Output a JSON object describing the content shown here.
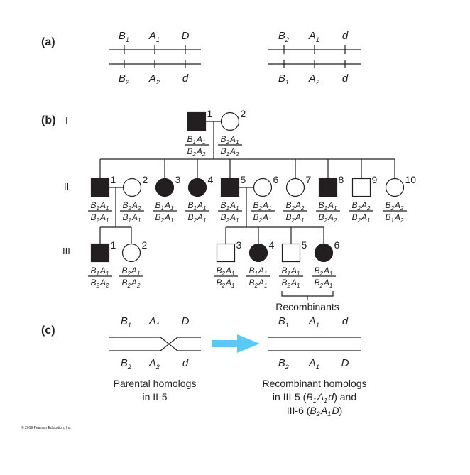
{
  "panel_labels": {
    "a": "(a)",
    "b": "(b)",
    "c": "(c)"
  },
  "generations": [
    "I",
    "II",
    "III"
  ],
  "panel_a": {
    "left": {
      "top": [
        [
          "B",
          "1"
        ],
        [
          "A",
          "1"
        ],
        [
          "D",
          ""
        ]
      ],
      "bottom": [
        [
          "B",
          "2"
        ],
        [
          "A",
          "2"
        ],
        [
          "d",
          ""
        ]
      ]
    },
    "right": {
      "top": [
        [
          "B",
          "2"
        ],
        [
          "A",
          "1"
        ],
        [
          "d",
          ""
        ]
      ],
      "bottom": [
        [
          "B",
          "1"
        ],
        [
          "A",
          "2"
        ],
        [
          "d",
          ""
        ]
      ]
    }
  },
  "individuals": [
    {
      "id": "I-1",
      "gen": "I",
      "number": "1",
      "sex": "male",
      "affected": true,
      "genotype": {
        "top": [
          [
            "B",
            "1"
          ],
          [
            "A",
            "1"
          ]
        ],
        "bottom": [
          [
            "B",
            "2"
          ],
          [
            "A",
            "2"
          ]
        ]
      }
    },
    {
      "id": "I-2",
      "gen": "I",
      "number": "2",
      "sex": "female",
      "affected": false,
      "genotype": {
        "top": [
          [
            "B",
            "2"
          ],
          [
            "A",
            "1"
          ]
        ],
        "bottom": [
          [
            "B",
            "1"
          ],
          [
            "A",
            "2"
          ]
        ]
      }
    },
    {
      "id": "II-1",
      "gen": "II",
      "number": "1",
      "sex": "male",
      "affected": true,
      "genotype": {
        "top": [
          [
            "B",
            "1"
          ],
          [
            "A",
            "1"
          ]
        ],
        "bottom": [
          [
            "B",
            "2"
          ],
          [
            "A",
            "1"
          ]
        ]
      }
    },
    {
      "id": "II-2",
      "gen": "II",
      "number": "2",
      "sex": "female",
      "affected": false,
      "genotype": {
        "top": [
          [
            "B",
            "2"
          ],
          [
            "A",
            "2"
          ]
        ],
        "bottom": [
          [
            "B",
            "1"
          ],
          [
            "A",
            "1"
          ]
        ]
      }
    },
    {
      "id": "II-3",
      "gen": "II",
      "number": "3",
      "sex": "female",
      "affected": true,
      "genotype": {
        "top": [
          [
            "B",
            "1"
          ],
          [
            "A",
            "1"
          ]
        ],
        "bottom": [
          [
            "B",
            "2"
          ],
          [
            "A",
            "1"
          ]
        ]
      }
    },
    {
      "id": "II-4",
      "gen": "II",
      "number": "4",
      "sex": "female",
      "affected": true,
      "genotype": {
        "top": [
          [
            "B",
            "1"
          ],
          [
            "A",
            "1"
          ]
        ],
        "bottom": [
          [
            "B",
            "2"
          ],
          [
            "A",
            "1"
          ]
        ]
      }
    },
    {
      "id": "II-5",
      "gen": "II",
      "number": "5",
      "sex": "male",
      "affected": true,
      "genotype": {
        "top": [
          [
            "B",
            "1"
          ],
          [
            "A",
            "1"
          ]
        ],
        "bottom": [
          [
            "B",
            "2"
          ],
          [
            "A",
            "1"
          ]
        ]
      }
    },
    {
      "id": "II-6",
      "gen": "II",
      "number": "6",
      "sex": "female",
      "affected": false,
      "genotype": {
        "top": [
          [
            "B",
            "2"
          ],
          [
            "A",
            "1"
          ]
        ],
        "bottom": [
          [
            "B",
            "2"
          ],
          [
            "A",
            "1"
          ]
        ]
      }
    },
    {
      "id": "II-7",
      "gen": "II",
      "number": "7",
      "sex": "female",
      "affected": false,
      "genotype": {
        "top": [
          [
            "B",
            "2"
          ],
          [
            "A",
            "2"
          ]
        ],
        "bottom": [
          [
            "B",
            "2"
          ],
          [
            "A",
            "1"
          ]
        ]
      }
    },
    {
      "id": "II-8",
      "gen": "II",
      "number": "8",
      "sex": "male",
      "affected": true,
      "genotype": {
        "top": [
          [
            "B",
            "1"
          ],
          [
            "A",
            "1"
          ]
        ],
        "bottom": [
          [
            "B",
            "2"
          ],
          [
            "A",
            "2"
          ]
        ]
      }
    },
    {
      "id": "II-9",
      "gen": "II",
      "number": "9",
      "sex": "male",
      "affected": false,
      "genotype": {
        "top": [
          [
            "B",
            "2"
          ],
          [
            "A",
            "2"
          ]
        ],
        "bottom": [
          [
            "B",
            "2"
          ],
          [
            "A",
            "1"
          ]
        ]
      }
    },
    {
      "id": "II-10",
      "gen": "II",
      "number": "10",
      "sex": "female",
      "affected": false,
      "genotype": {
        "top": [
          [
            "B",
            "2"
          ],
          [
            "A",
            "2"
          ]
        ],
        "bottom": [
          [
            "B",
            "1"
          ],
          [
            "A",
            "2"
          ]
        ]
      }
    },
    {
      "id": "III-1",
      "gen": "III",
      "number": "1",
      "sex": "male",
      "affected": true,
      "genotype": {
        "top": [
          [
            "B",
            "1"
          ],
          [
            "A",
            "1"
          ]
        ],
        "bottom": [
          [
            "B",
            "2"
          ],
          [
            "A",
            "2"
          ]
        ]
      }
    },
    {
      "id": "III-2",
      "gen": "III",
      "number": "2",
      "sex": "female",
      "affected": false,
      "genotype": {
        "top": [
          [
            "B",
            "2"
          ],
          [
            "A",
            "1"
          ]
        ],
        "bottom": [
          [
            "B",
            "2"
          ],
          [
            "A",
            "2"
          ]
        ]
      }
    },
    {
      "id": "III-3",
      "gen": "III",
      "number": "3",
      "sex": "male",
      "affected": false,
      "genotype": {
        "top": [
          [
            "B",
            "2"
          ],
          [
            "A",
            "1"
          ]
        ],
        "bottom": [
          [
            "B",
            "2"
          ],
          [
            "A",
            "1"
          ]
        ]
      }
    },
    {
      "id": "III-4",
      "gen": "III",
      "number": "4",
      "sex": "female",
      "affected": true,
      "genotype": {
        "top": [
          [
            "B",
            "1"
          ],
          [
            "A",
            "1"
          ]
        ],
        "bottom": [
          [
            "B",
            "2"
          ],
          [
            "A",
            "1"
          ]
        ]
      }
    },
    {
      "id": "III-5",
      "gen": "III",
      "number": "5",
      "sex": "male",
      "affected": false,
      "genotype": {
        "top": [
          [
            "B",
            "1"
          ],
          [
            "A",
            "1"
          ]
        ],
        "bottom": [
          [
            "B",
            "2"
          ],
          [
            "A",
            "1"
          ]
        ]
      }
    },
    {
      "id": "III-6",
      "gen": "III",
      "number": "6",
      "sex": "female",
      "affected": true,
      "genotype": {
        "top": [
          [
            "B",
            "2"
          ],
          [
            "A",
            "1"
          ]
        ],
        "bottom": [
          [
            "B",
            "2"
          ],
          [
            "A",
            "1"
          ]
        ]
      }
    }
  ],
  "recombinants_label": "Recombinants",
  "panel_c": {
    "left": {
      "top": [
        [
          "B",
          "1"
        ],
        [
          "A",
          "1"
        ],
        [
          "D",
          ""
        ]
      ],
      "bottom": [
        [
          "B",
          "2"
        ],
        [
          "A",
          "2"
        ],
        [
          "d",
          ""
        ]
      ]
    },
    "right": {
      "top": [
        [
          "B",
          "1"
        ],
        [
          "A",
          "1"
        ],
        [
          "d",
          ""
        ]
      ],
      "bottom": [
        [
          "B",
          "2"
        ],
        [
          "A",
          "1"
        ],
        [
          "D",
          ""
        ]
      ]
    },
    "arrow_color": "#5bc8f5",
    "left_caption": [
      "Parental homologs",
      "in II-5"
    ],
    "right_caption": {
      "line1": "Recombinant homologs",
      "line2": [
        [
          "t",
          "in III-5 ("
        ],
        [
          "i",
          "B"
        ],
        [
          "s",
          "1"
        ],
        [
          "i",
          "A"
        ],
        [
          "s",
          "1"
        ],
        [
          "i",
          "d"
        ],
        [
          "t",
          ") and"
        ]
      ],
      "line3": [
        [
          "t",
          "III-6 ("
        ],
        [
          "i",
          "B"
        ],
        [
          "s",
          "2"
        ],
        [
          "i",
          "A"
        ],
        [
          "s",
          "1"
        ],
        [
          "i",
          "D"
        ],
        [
          "t",
          ")"
        ]
      ]
    }
  },
  "copyright": "© 2019 Pearson Education, Inc.",
  "colors": {
    "ink": "#231f20",
    "arrow": "#5bc8f5"
  }
}
